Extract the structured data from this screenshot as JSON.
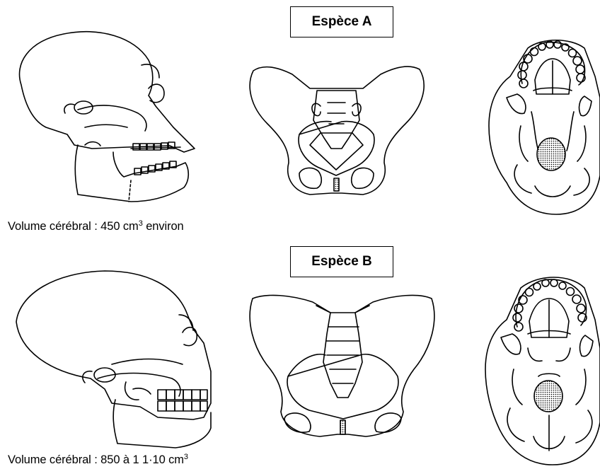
{
  "species_a": {
    "label": "Espèce A",
    "volume_prefix": "Volume cérébral : 450 cm",
    "volume_sup": "3",
    "volume_suffix": " environ",
    "figures": [
      "skull-lateral-icon",
      "pelvis-front-icon",
      "skull-base-icon"
    ]
  },
  "species_b": {
    "label": "Espèce B",
    "volume_prefix": "Volume cérébral : 850 à 1 1·10 cm",
    "volume_sup": "3",
    "figures": [
      "skull-lateral-icon",
      "pelvis-front-icon",
      "skull-base-icon"
    ]
  }
}
